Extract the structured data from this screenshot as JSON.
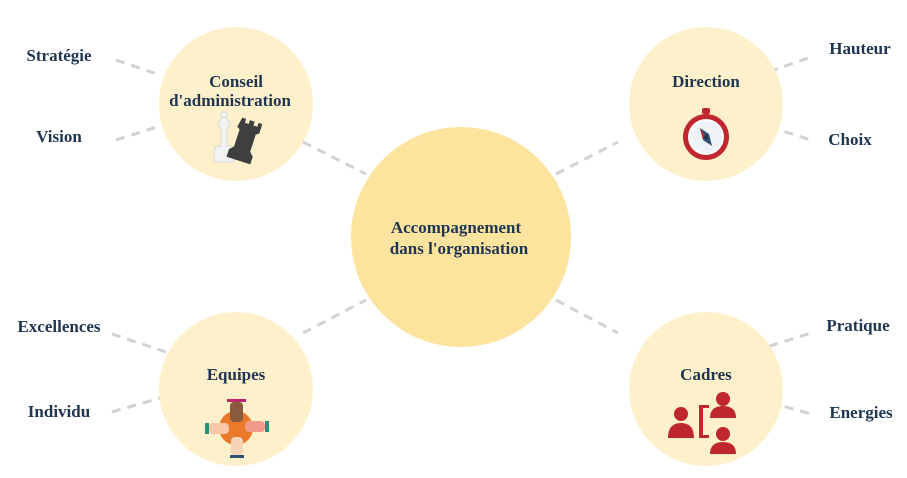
{
  "center": {
    "line1": "Accompagnement",
    "line2": "dans l'organisation"
  },
  "nodes": [
    {
      "id": "conseil",
      "line1": "Conseil",
      "line2": "d'administration",
      "icon": "chess-pieces-icon",
      "labels": [
        "Stratégie",
        "Vision"
      ]
    },
    {
      "id": "direction",
      "line1": "Direction",
      "line2": "",
      "icon": "compass-icon",
      "labels": [
        "Hauteur",
        "Choix"
      ]
    },
    {
      "id": "equipes",
      "line1": "Equipes",
      "line2": "",
      "icon": "team-hands-icon",
      "labels": [
        "Excellences",
        "Individu"
      ]
    },
    {
      "id": "cadres",
      "line1": "Cadres",
      "line2": "",
      "icon": "org-chart-people-icon",
      "labels": [
        "Pratique",
        "Energies"
      ]
    }
  ],
  "colors": {
    "center_fill": "#fde49e",
    "node_fill": "#fff0cc",
    "text": "#1f3550",
    "connector": "#d2d2d2",
    "accent_red": "#c0262d"
  }
}
